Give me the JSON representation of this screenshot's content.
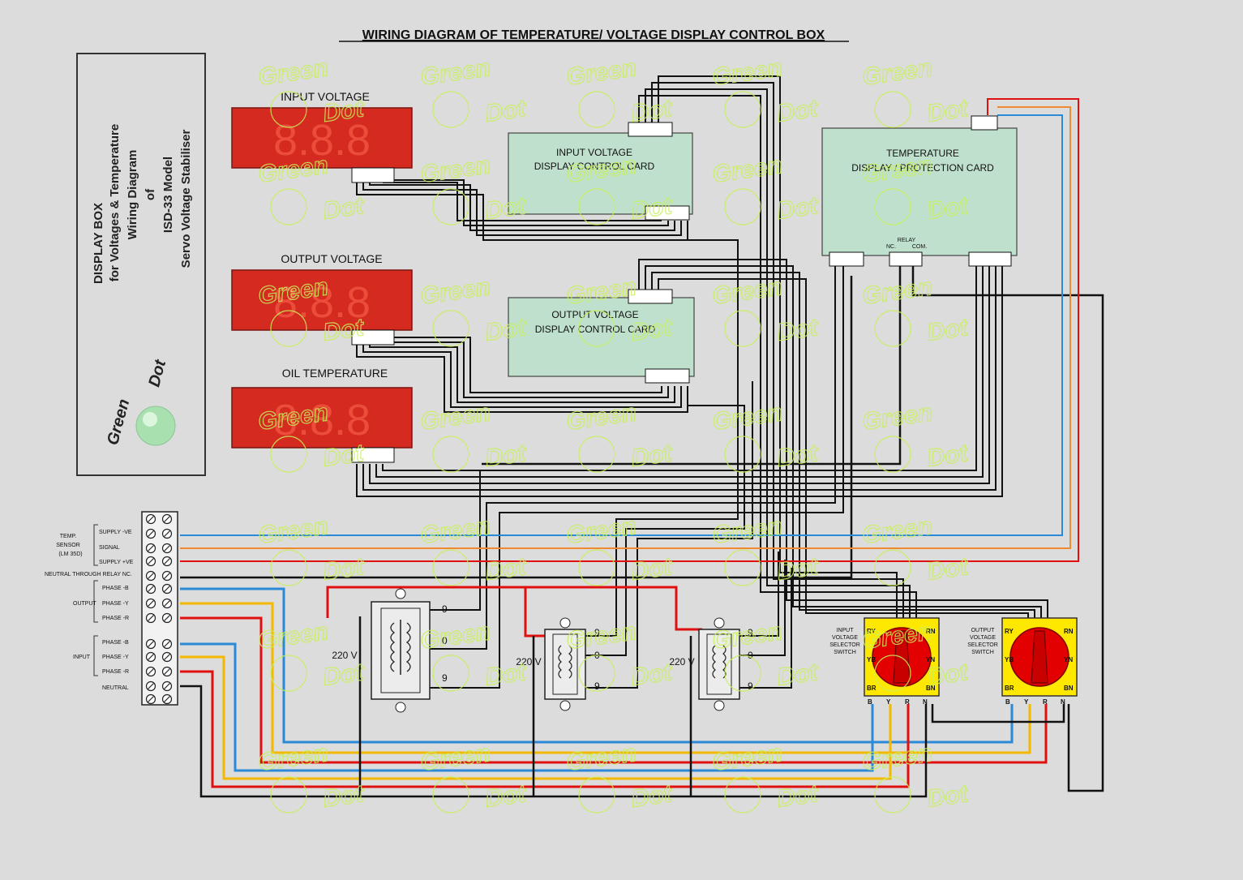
{
  "title": "WIRING DIAGRAM  OF TEMPERATURE/ VOLTAGE DISPLAY CONTROL BOX",
  "side_box": {
    "lines": [
      "DISPLAY BOX",
      "for Voltages & Temperature",
      "Wiring Diagram",
      "of",
      "ISD-33 Model",
      "Servo Voltage Stabiliser"
    ],
    "logo_word1": "Green",
    "logo_word2": "Dot"
  },
  "watermark": {
    "word1": "Green",
    "word2": "Dot"
  },
  "displays": [
    {
      "label": "INPUT VOLTAGE",
      "digits": "8.8.8"
    },
    {
      "label": "OUTPUT VOLTAGE",
      "digits": "8.8.8"
    },
    {
      "label": "OIL TEMPERATURE",
      "digits": "8.8.8"
    }
  ],
  "cards": {
    "input": {
      "line1": "INPUT VOLTAGE",
      "line2": "DISPLAY CONTROL CARD"
    },
    "output": {
      "line1": "OUTPUT  VOLTAGE",
      "line2": "DISPLAY CONTROL CARD"
    },
    "temperature": {
      "line1": "TEMPERATURE",
      "line2": "DISPLAY / PROTECTION CARD",
      "relay": "RELAY",
      "nc": "NC.",
      "com": "COM."
    }
  },
  "terminal_labels": {
    "temp_sensor": [
      "TEMP.",
      "SENSOR",
      "(LM 35D)"
    ],
    "supply_neg": "SUPPLY -VE",
    "signal": "SIGNAL",
    "supply_pos": "SUPPLY +VE",
    "neutral_relay": "NEUTRAL THROUGH RELAY NC.",
    "output": "OUTPUT",
    "input": "INPUT",
    "out_phase_b": "PHASE -B",
    "out_phase_y": "PHASE -Y",
    "out_phase_r": "PHASE -R",
    "in_phase_b": "PHASE -B",
    "in_phase_y": "PHASE -Y",
    "in_phase_r": "PHASE -R",
    "neutral": "NEUTRAL"
  },
  "transformers": [
    {
      "primary": "220 V",
      "tap_top": "9",
      "tap_mid": "0",
      "tap_bot": "9"
    },
    {
      "primary": "220 V",
      "tap_top": "9",
      "tap_mid": "0",
      "tap_bot": "9"
    },
    {
      "primary": "220 V",
      "tap_top": "9",
      "tap_mid": "0",
      "tap_bot": "9"
    }
  ],
  "switches": [
    {
      "title": [
        "INPUT",
        "VOLTAGE",
        "SELECTOR",
        "SWITCH"
      ],
      "ry": "RY",
      "rn": "RN",
      "yb": "YB",
      "yn": "YN",
      "br": "BR",
      "bn": "BN",
      "b": "B",
      "y": "Y",
      "r": "R",
      "n": "N"
    },
    {
      "title": [
        "OUTPUT",
        "VOLTAGE",
        "SELECTOR",
        "SWITCH"
      ],
      "ry": "RY",
      "rn": "RN",
      "yb": "YB",
      "yn": "YN",
      "br": "BR",
      "bn": "BN",
      "b": "B",
      "y": "Y",
      "r": "R",
      "n": "N"
    }
  ],
  "colors": {
    "background": "#dcdcdc",
    "display_red": "#d42a20",
    "card_green": "#bfe0cc",
    "switch_yellow": "#ffe800",
    "knob_red": "#e30000",
    "wire_red": "#e01010",
    "wire_blue": "#2a8ad8",
    "wire_yellow": "#f5b800",
    "wire_orange": "#f08a30",
    "wire_black": "#111111",
    "watermark": "#c8f05a"
  }
}
